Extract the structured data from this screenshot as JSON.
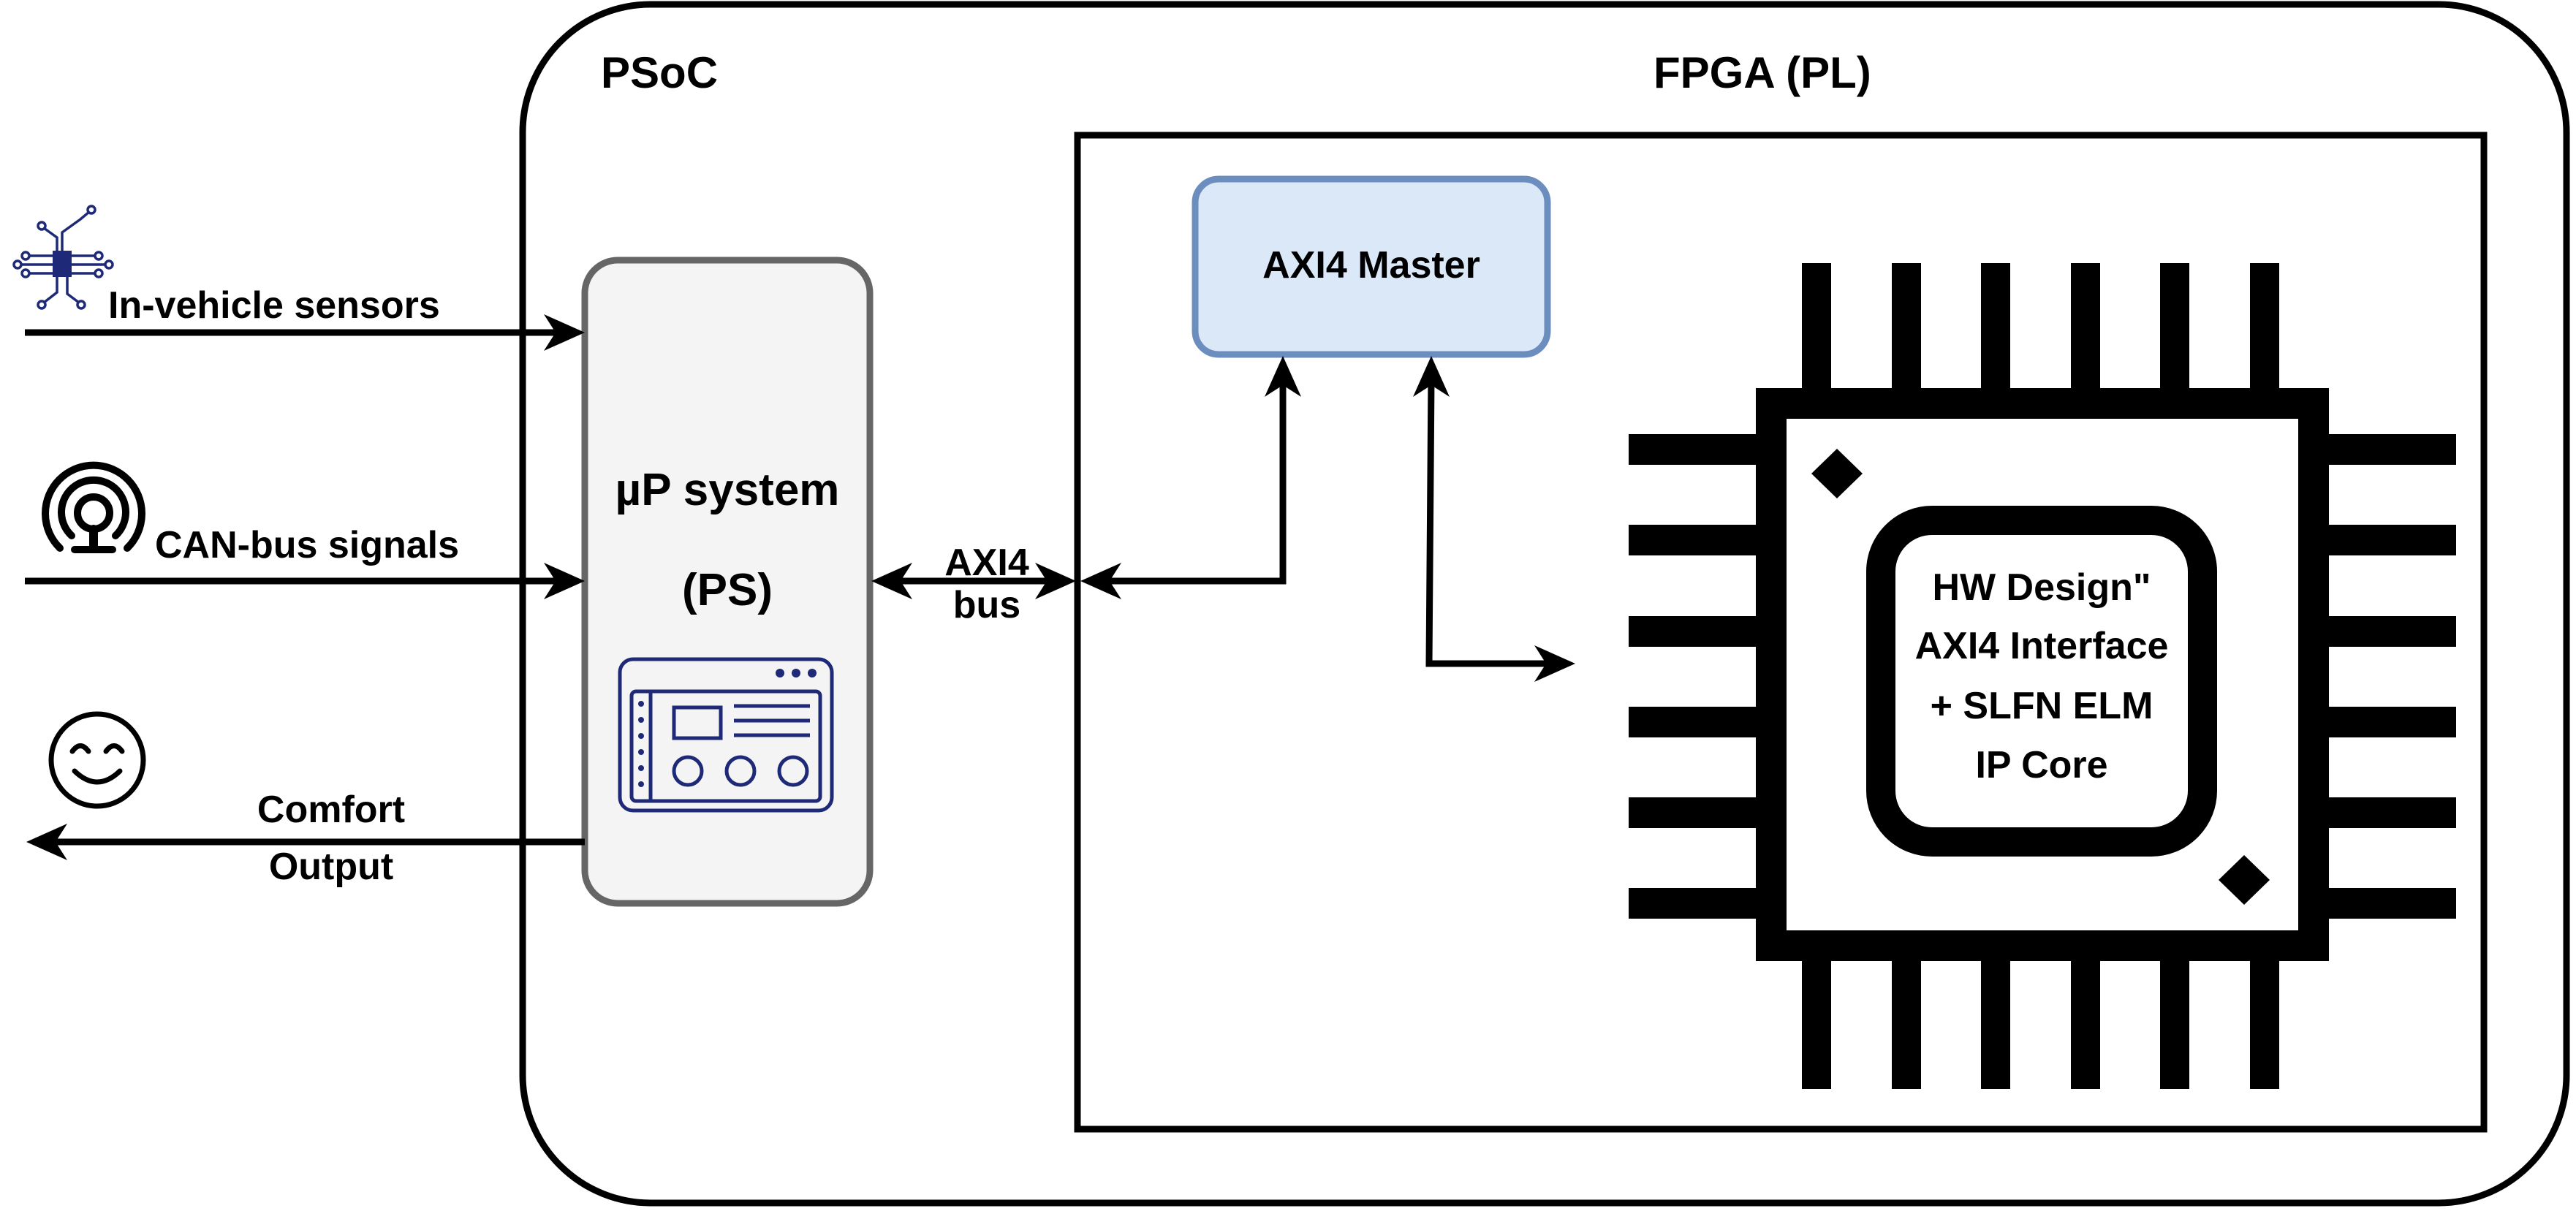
{
  "psoc": {
    "title": "PSoC"
  },
  "fpga": {
    "title": "FPGA (PL)"
  },
  "inputs": {
    "sensors_label": "In-vehicle sensors",
    "sensors_icon": "circuit-chip-icon",
    "can_label": "CAN-bus signals",
    "can_icon": "wireless-signal-icon"
  },
  "output": {
    "line1": "Comfort",
    "line2": "Output",
    "icon": "smiley-face-icon"
  },
  "ps": {
    "line1": "µP system",
    "line2": "(PS)",
    "icon": "control-panel-icon"
  },
  "bus": {
    "line1": "AXI4",
    "line2": "bus"
  },
  "axi_master": {
    "label": "AXI4 Master"
  },
  "ip_core": {
    "line1": "HW Design\"",
    "line2": "AXI4 Interface",
    "line3": "+ SLFN ELM",
    "line4": "IP Core",
    "icon": "ic-chip-icon"
  },
  "colors": {
    "ps_fill": "#f4f4f4",
    "ps_stroke": "#666666",
    "master_fill": "#dbe8f8",
    "master_stroke": "#6c8ebf",
    "icon_navy": "#1e2a78"
  }
}
